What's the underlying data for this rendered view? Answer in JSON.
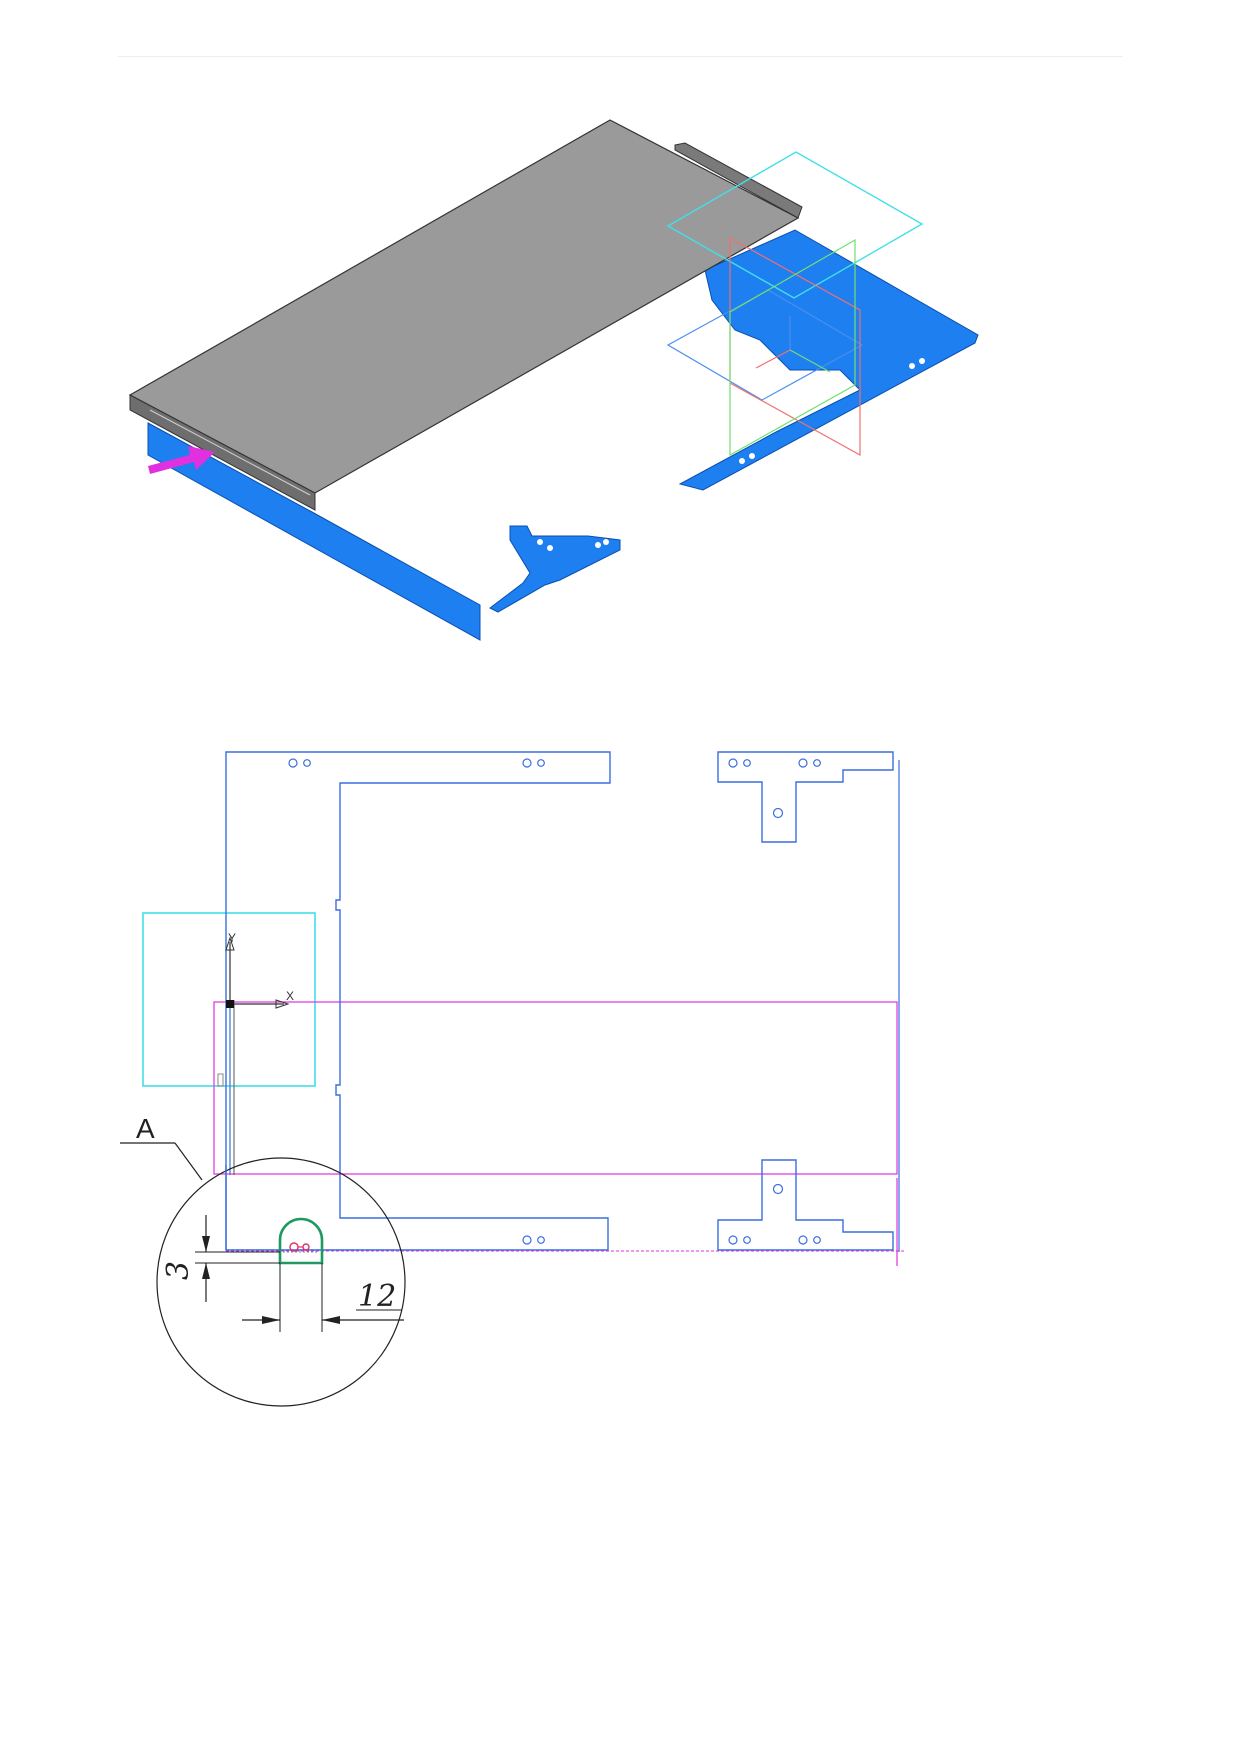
{
  "axes": {
    "y_label": "Y",
    "x_label": "X"
  },
  "detail": {
    "callout_label": "A",
    "dim_height": "3",
    "dim_width": "12"
  },
  "colors": {
    "sheet_blue": "#1e7ff0",
    "outline_blue": "#3a6ee0",
    "panel_gray": "#9a9a9a",
    "plane_cyan": "#40e0e8",
    "plane_red": "#f07070",
    "plane_green": "#70e070",
    "magenta": "#e030e0",
    "green_outline": "#1e9a60"
  }
}
